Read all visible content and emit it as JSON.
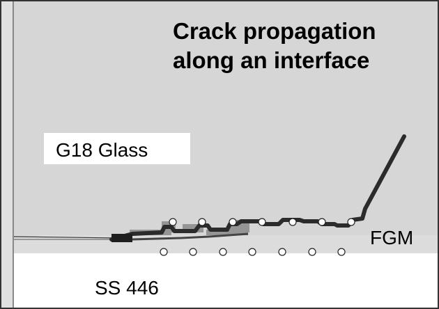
{
  "title": {
    "line1": "Crack propagation",
    "line2": "along an interface"
  },
  "labels": {
    "glass": "G18 Glass",
    "fgm": "FGM",
    "steel": "SS 446"
  },
  "colors": {
    "glass_region": "#d6d6d6",
    "steel_region": "#ffffff",
    "crack": "#2b2b2b",
    "crack_shadow": "#777777",
    "marker": "#ffffff"
  }
}
